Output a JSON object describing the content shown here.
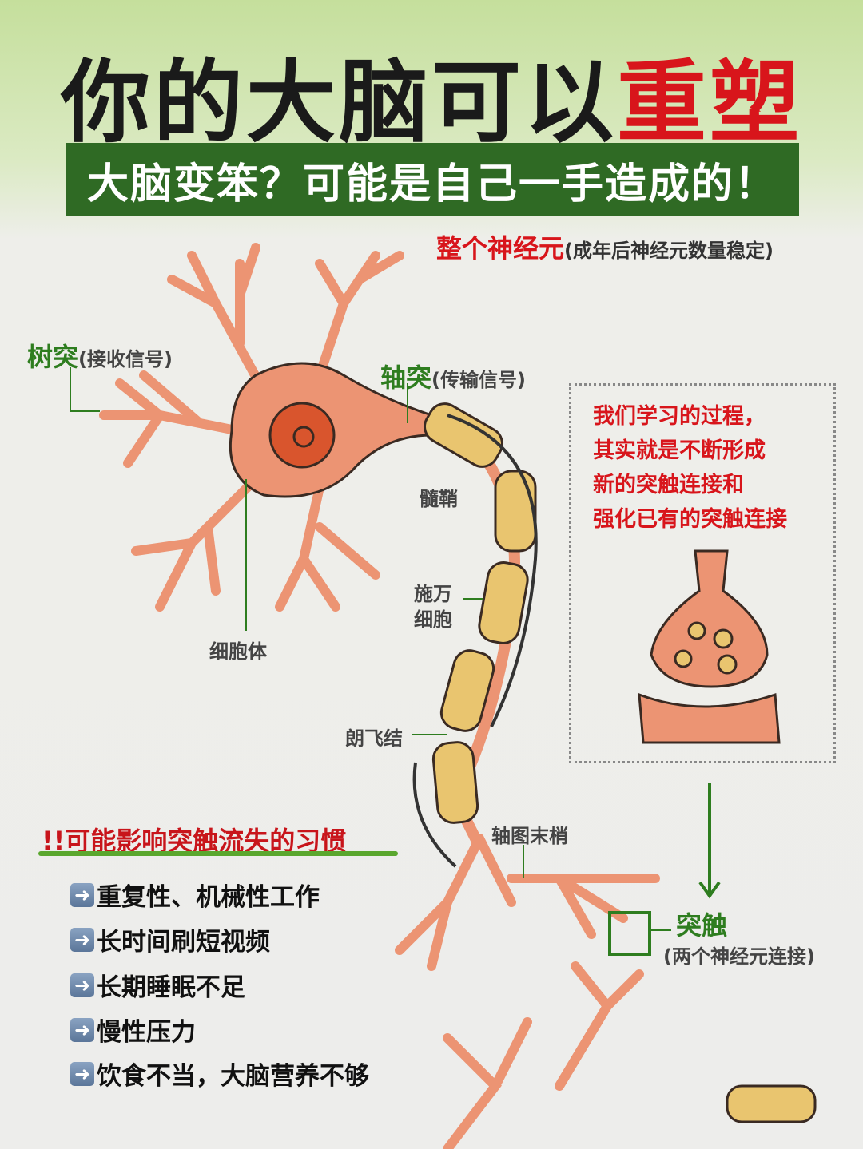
{
  "title": {
    "main": "你的大脑可以",
    "highlight": "重塑"
  },
  "banner": "大脑变笨？可能是自己一手造成的！",
  "neuron": {
    "heading": "整个神经元",
    "heading_note": "(成年后神经元数量稳定)",
    "dendrite": "树突",
    "dendrite_note": "(接收信号)",
    "axon": "轴突",
    "axon_note": "(传输信号)",
    "myelin": "髓鞘",
    "schwann_1": "施万",
    "schwann_2": "细胞",
    "soma": "细胞体",
    "node": "朗飞结",
    "terminal": "轴图末梢",
    "synapse": "突触",
    "synapse_note": "(两个神经元连接)"
  },
  "learning": [
    "我们学习的过程，",
    "其实就是不断形成",
    "新的突触连接和",
    "强化已有的突触连接"
  ],
  "habits": {
    "title": "可能影响突触流失的习惯",
    "title_prefix": "!!",
    "items": [
      "重复性、机械性工作",
      "长时间刷短视频",
      "长期睡眠不足",
      "慢性压力",
      "饮食不当，大脑营养不够"
    ],
    "bullet_icon": "right-arrow-icon"
  },
  "colors": {
    "neuron": "#ec9473",
    "nucleus": "#d9552d",
    "myelin": "#e9c56f",
    "accent_green": "#2f6a24",
    "accent_red": "#d8151b"
  }
}
